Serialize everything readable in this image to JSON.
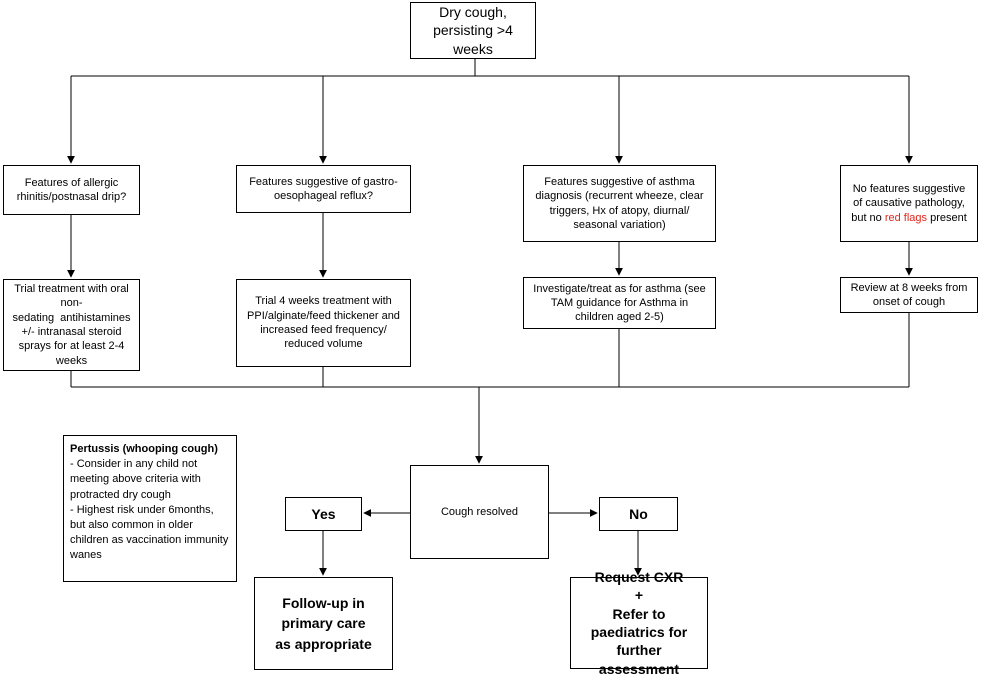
{
  "start": {
    "lines": [
      "Dry cough,",
      "persisting >4",
      "weeks"
    ]
  },
  "features": {
    "allergic": "Features of allergic rhinitis/postnasal drip?",
    "reflux": "Features suggestive of gastro-oesophageal reflux?",
    "asthma": "Features suggestive of asthma diagnosis (recurrent wheeze, clear triggers, Hx of atopy, diurnal/ seasonal variation)",
    "none": {
      "before": "No features suggestive of causative pathology, but no ",
      "red": "red flags",
      "after": " present"
    }
  },
  "actions": {
    "allergic": [
      "Trial treatment with oral",
      "non-",
      "sedating  antihistamines",
      "+/- intranasal steroid",
      "sprays for at least 2-4",
      "weeks"
    ],
    "reflux": "Trial 4 weeks treatment with PPI/alginate/feed thickener and increased feed frequency/ reduced volume",
    "asthma": "Investigate/treat as for asthma (see TAM guidance for Asthma in children aged 2-5)",
    "none": "Review at 8 weeks from onset of cough"
  },
  "resolved": "Cough resolved",
  "yes": "Yes",
  "no": "No",
  "followup": "Follow-up in primary care as appropriate",
  "refer": [
    "Request CXR",
    "+",
    "Refer to paediatrics for further assessment"
  ],
  "pertussis": {
    "title": "Pertussis (whooping cough)",
    "points": [
      "- Consider in any child not meeting above criteria with protracted dry cough",
      "- Highest risk under 6months, but also common in older children as vaccination immunity wanes"
    ]
  },
  "colors": {
    "line": "#000000",
    "red_flag": "#e0261b"
  }
}
